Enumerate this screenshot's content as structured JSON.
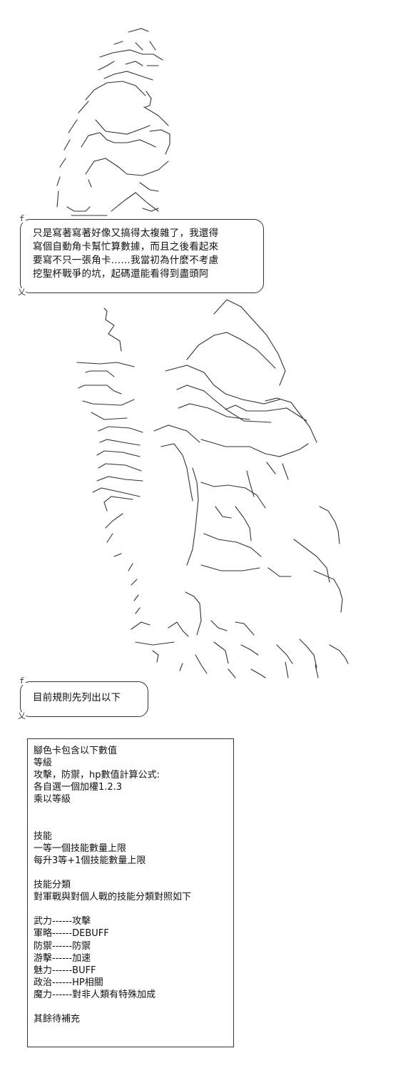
{
  "speech_bubble_1": {
    "lines": [
      "只是寫著寫著好像又搞得太複雜了，我還得",
      "寫個自動角卡幫忙算數據，而且之後看起來",
      "要寫不只一張角卡……我當初為什麼不考慮",
      "挖聖杯戰爭的坑，起碼還能看得到盡頭阿"
    ]
  },
  "speech_bubble_2": {
    "lines": [
      "目前規則先列出以下"
    ]
  },
  "rules_box": {
    "lines": [
      "腳色卡包含以下數值",
      "等級",
      "攻擊，防禦，hp數值計算公式:",
      "各自選一個加權1.2.3",
      "乘以等級",
      "",
      "",
      "技能",
      "一等一個技能數量上限",
      "每升3等+1個技能數量上限",
      "",
      "技能分類",
      "對軍戰與對個人戰的技能分類對照如下",
      "",
      "武力------攻擊",
      "軍略------DEBUFF",
      "防禦------防禦",
      "游擊------加速",
      "魅力------BUFF",
      "政治------HP相關",
      "魔力------對非人類有特殊加成",
      "",
      "其餘待補充"
    ]
  }
}
